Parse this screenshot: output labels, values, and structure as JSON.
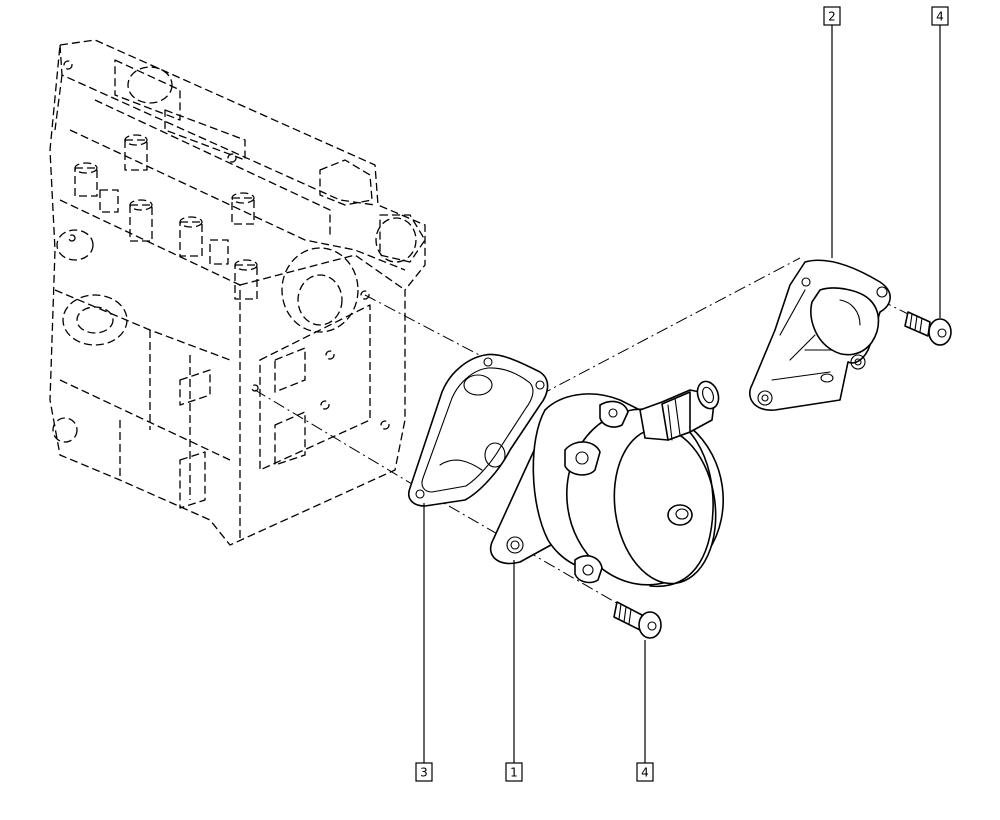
{
  "callouts": [
    {
      "id": "c2-top",
      "number": "2"
    },
    {
      "id": "c4-top",
      "number": "4"
    },
    {
      "id": "c3-bottom",
      "number": "3"
    },
    {
      "id": "c1-bottom",
      "number": "1"
    },
    {
      "id": "c4-bottom",
      "number": "4"
    }
  ]
}
